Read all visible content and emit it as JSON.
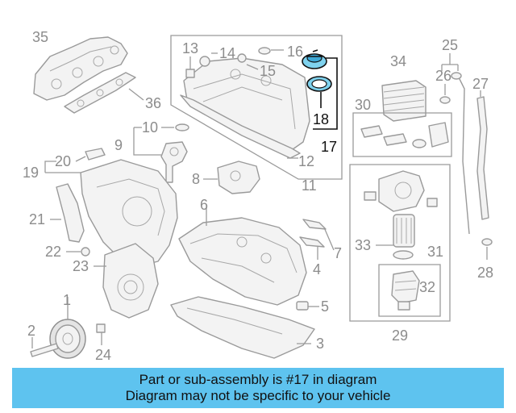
{
  "diagram": {
    "callouts": {
      "c1": "1",
      "c2": "2",
      "c3": "3",
      "c4": "4",
      "c5": "5",
      "c6": "6",
      "c7": "7",
      "c8": "8",
      "c9": "9",
      "c10": "10",
      "c11": "11",
      "c12": "12",
      "c13": "13",
      "c14": "14",
      "c15": "15",
      "c16": "16",
      "c17": "17",
      "c18": "18",
      "c19": "19",
      "c20": "20",
      "c21": "21",
      "c22": "22",
      "c23": "23",
      "c24": "24",
      "c25": "25",
      "c26": "26",
      "c27": "27",
      "c28": "28",
      "c29": "29",
      "c30": "30",
      "c31": "31",
      "c32": "32",
      "c33": "33",
      "c34": "34",
      "c35": "35",
      "c36": "36"
    },
    "highlighted_part": "17",
    "highlight_color": "#5ec3ef"
  },
  "banner": {
    "line1": "Part or sub-assembly is #17 in diagram",
    "line2": "Diagram may not be specific to your vehicle",
    "background": "#5ec3ef"
  }
}
